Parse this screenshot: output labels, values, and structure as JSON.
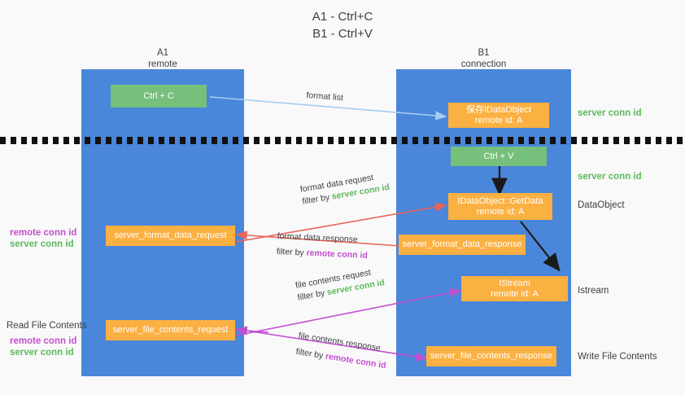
{
  "title": {
    "line1": "A1 - Ctrl+C",
    "line2": "B1 - Ctrl+V"
  },
  "columns": [
    {
      "id": "A1",
      "name": "A1",
      "role": "remote"
    },
    {
      "id": "B1",
      "name": "B1",
      "role": "connection"
    }
  ],
  "nodes": {
    "ctrl_c": {
      "label": "Ctrl + C",
      "color": "#76c07c"
    },
    "ctrl_v": {
      "label": "Ctrl + V",
      "color": "#76c07c"
    },
    "idataobject_create": {
      "line1": "保存IDataObject",
      "line2": "remote id: A",
      "color": "#fbb042"
    },
    "idataobject_getdata": {
      "line1": "IDataObject::GetData",
      "line2": "remote id: A",
      "color": "#fbb042"
    },
    "istream": {
      "line1": "IStream",
      "line2": "remote id: A",
      "color": "#fbb042"
    },
    "server_format_data_request": {
      "label": "server_format_data_request",
      "color": "#fbb042"
    },
    "server_format_data_response": {
      "label": "server_format_data_response",
      "color": "#fbb042"
    },
    "server_file_contents_request": {
      "label": "server_file_contents_request",
      "color": "#fbb042"
    },
    "server_file_contents_response": {
      "label": "server_file_contents_response",
      "color": "#fbb042"
    }
  },
  "arrows": {
    "format_list": {
      "label": "format list",
      "color": "#a8cdf0"
    },
    "format_data_request": {
      "line1": "format data request",
      "filter_prefix": "filter by",
      "filter_value": "server conn id",
      "color": "#e8645a"
    },
    "format_data_response": {
      "line1": "format data response",
      "filter_prefix": "filter by",
      "filter_value": "remote conn id",
      "color": "#e8645a"
    },
    "file_contents_request": {
      "line1": "file contents request",
      "filter_prefix": "filter by",
      "filter_value": "server conn id",
      "color": "#c34fd0"
    },
    "file_contents_response": {
      "line1": "file contents response",
      "filter_prefix": "filter by",
      "filter_value": "remote conn id",
      "color": "#c34fd0"
    }
  },
  "right_labels": {
    "server_conn_id_top": "server conn id",
    "server_conn_id_mid": "server conn id",
    "dataobject": "DataObject",
    "istream": "Istream",
    "write_file_contents": "Write File Contents"
  },
  "left_labels": {
    "remote_conn_id_1": "remote conn id",
    "server_conn_id_1": "server conn id",
    "read_file_contents": "Read File Contents",
    "remote_conn_id_2": "remote conn id",
    "server_conn_id_2": "server conn id"
  },
  "colors": {
    "column_blue": "#4a86d9",
    "node_green": "#76c07c",
    "node_orange": "#fbb042",
    "conn_green": "#5cb85c",
    "conn_purple": "#c34fd0",
    "arrow_red": "#e8645a",
    "arrow_lightblue": "#a8cdf0",
    "divider_black": "#111111",
    "background": "#f9f9f9"
  }
}
